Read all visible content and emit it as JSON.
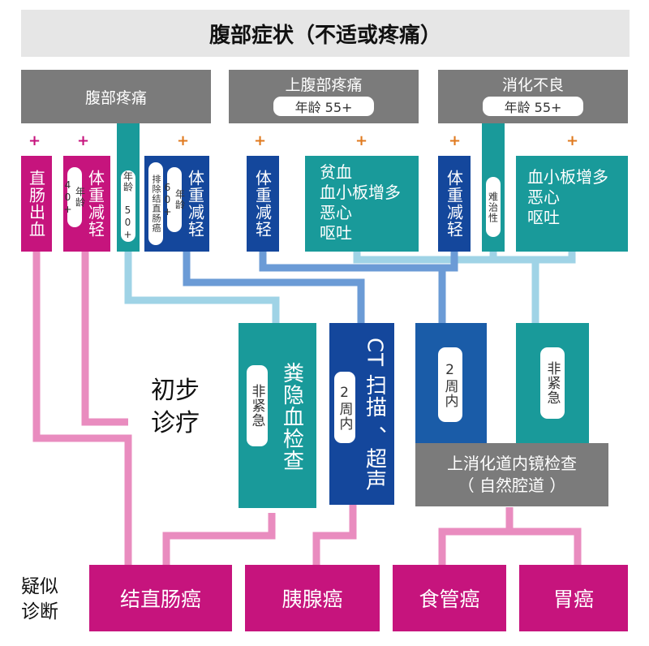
{
  "title": "腹部症状（不适或疼痛）",
  "headers": {
    "h1": "腹部疼痛",
    "h2": "上腹部疼痛",
    "h2_age": "年龄 55+",
    "h3": "消化不良",
    "h3_age": "年龄 55+"
  },
  "plus": "+",
  "symptoms": {
    "s1": "直肠出血",
    "s2": "体重减轻",
    "s2_age": "年龄 40+",
    "s3_age": "年龄 50+",
    "s4_pill": "排除结直肠癌",
    "s4": "体重减轻",
    "s4_age": "年龄 60+",
    "s5": "体重减轻",
    "s6_l1": "贫血",
    "s6_l2": "血小板增多",
    "s6_l3": "恶心",
    "s6_l4": "呕吐",
    "s7": "体重减轻",
    "s8": "难治性",
    "s9_l1": "血小板增多",
    "s9_l2": "恶心",
    "s9_l3": "呕吐"
  },
  "initial": {
    "label_l1": "初步",
    "label_l2": "诊疗",
    "t1": "粪隐血检查",
    "t1_tag": "非紧急",
    "t2": "CT 扫描 、超声",
    "t2_tag": "2周内",
    "t3_tag": "2周内",
    "t4_tag": "非紧急",
    "endoscopy_l1": "上消化道内镜检查",
    "endoscopy_l2": "（ 自然腔道 ）"
  },
  "diagnosis": {
    "label_l1": "疑似",
    "label_l2": "诊断",
    "d1": "结直肠癌",
    "d2": "胰腺癌",
    "d3": "食管癌",
    "d4": "胃癌"
  },
  "colors": {
    "magenta": "#c6147d",
    "teal": "#199a9a",
    "navy": "#14479c",
    "gray": "#7b7b7b",
    "light_blue_line": "#9fd3e6",
    "mid_blue_line": "#6b9bd6",
    "pink_line": "#e98cbf",
    "orange_plus": "#e07a1f"
  }
}
